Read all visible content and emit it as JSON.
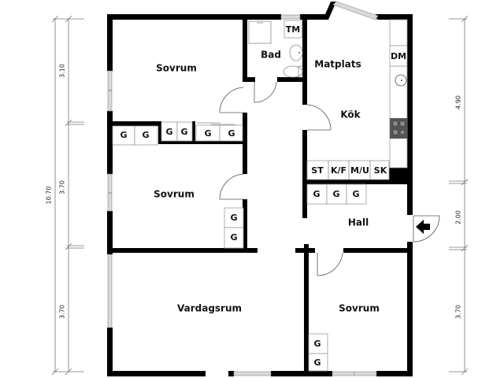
{
  "rooms": {
    "sovrum_1": "Sovrum",
    "sovrum_2": "Sovrum",
    "sovrum_3": "Sovrum",
    "vardagsrum": "Vardagsrum",
    "bad": "Bad",
    "matplats": "Matplats",
    "kok": "Kök",
    "hall": "Hall"
  },
  "fixtures": {
    "tm": "TM",
    "dm": "DM",
    "st": "ST",
    "kf": "K/F",
    "mu": "M/U",
    "sk": "SK",
    "g": "G"
  },
  "dimensions": {
    "left_total": "10.70",
    "left": [
      "3.10",
      "3.70",
      "3.70"
    ],
    "right": [
      "4.90",
      "2.00",
      "3.70"
    ]
  },
  "colors": {
    "wall": "#000000",
    "window": "#d9d9d9",
    "stove": "#555555"
  },
  "icons": {
    "entrance": "arrow-left-icon"
  }
}
